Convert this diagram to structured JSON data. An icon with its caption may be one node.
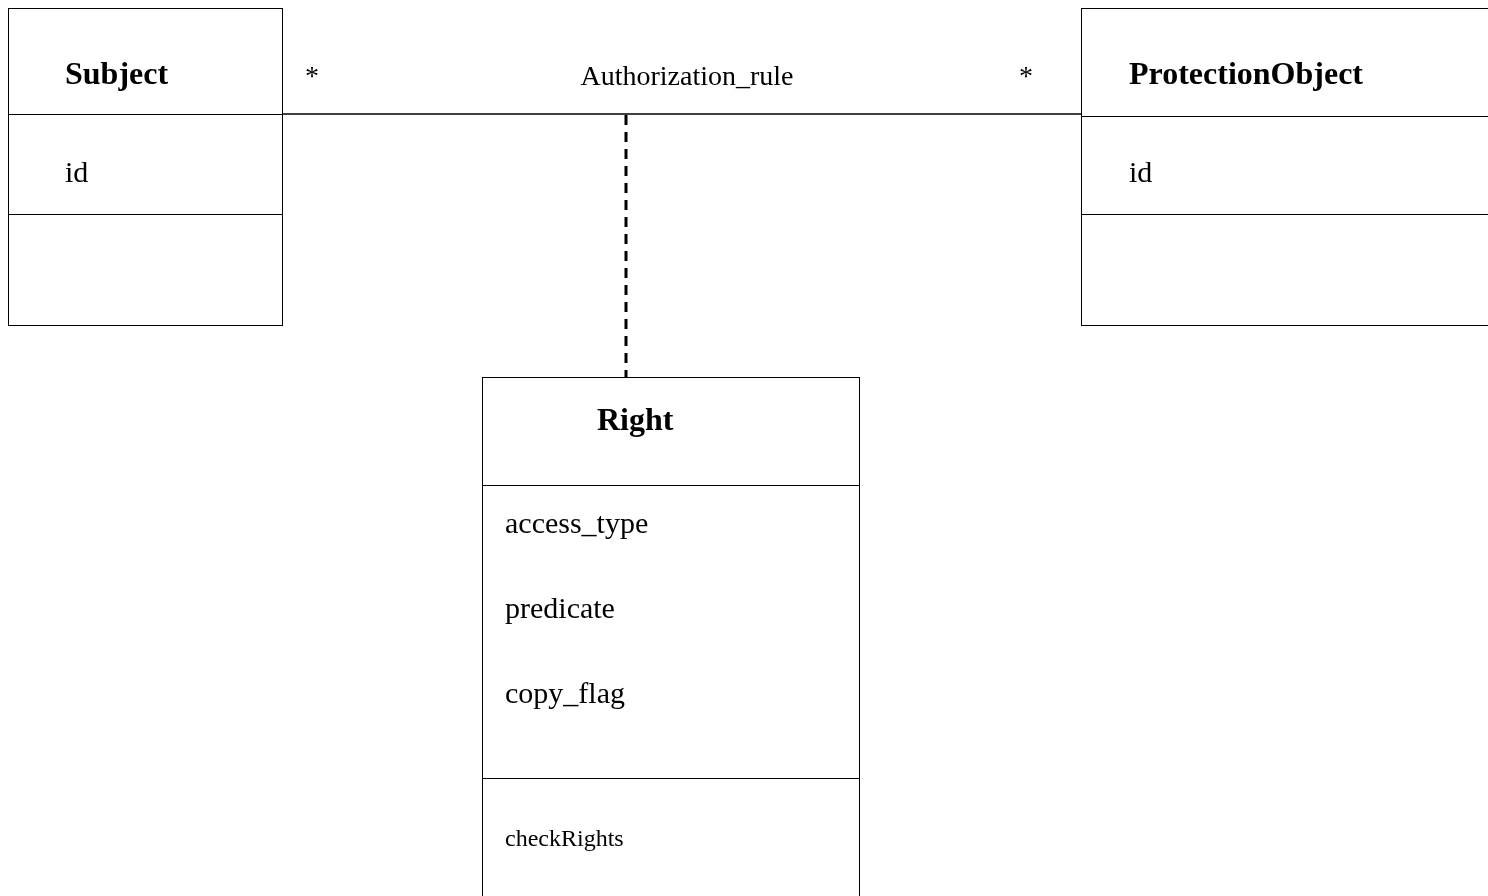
{
  "diagram": {
    "nodes": [
      {
        "text": [
          "Subject",
          "id"
        ]
      },
      {
        "text": [
          "ProtectionObject",
          "id"
        ]
      },
      {
        "text": [
          "Right",
          "access_type",
          "predicate",
          "copy_flag",
          "checkRights"
        ]
      }
    ],
    "edges": [
      {
        "from": 0,
        "to": 1,
        "arrow": "none",
        "label": "Authorization_rule"
      },
      {
        "from": null,
        "to": 2,
        "arrow": "none",
        "style": "dashed"
      }
    ],
    "labels": [
      "*",
      "*"
    ]
  }
}
